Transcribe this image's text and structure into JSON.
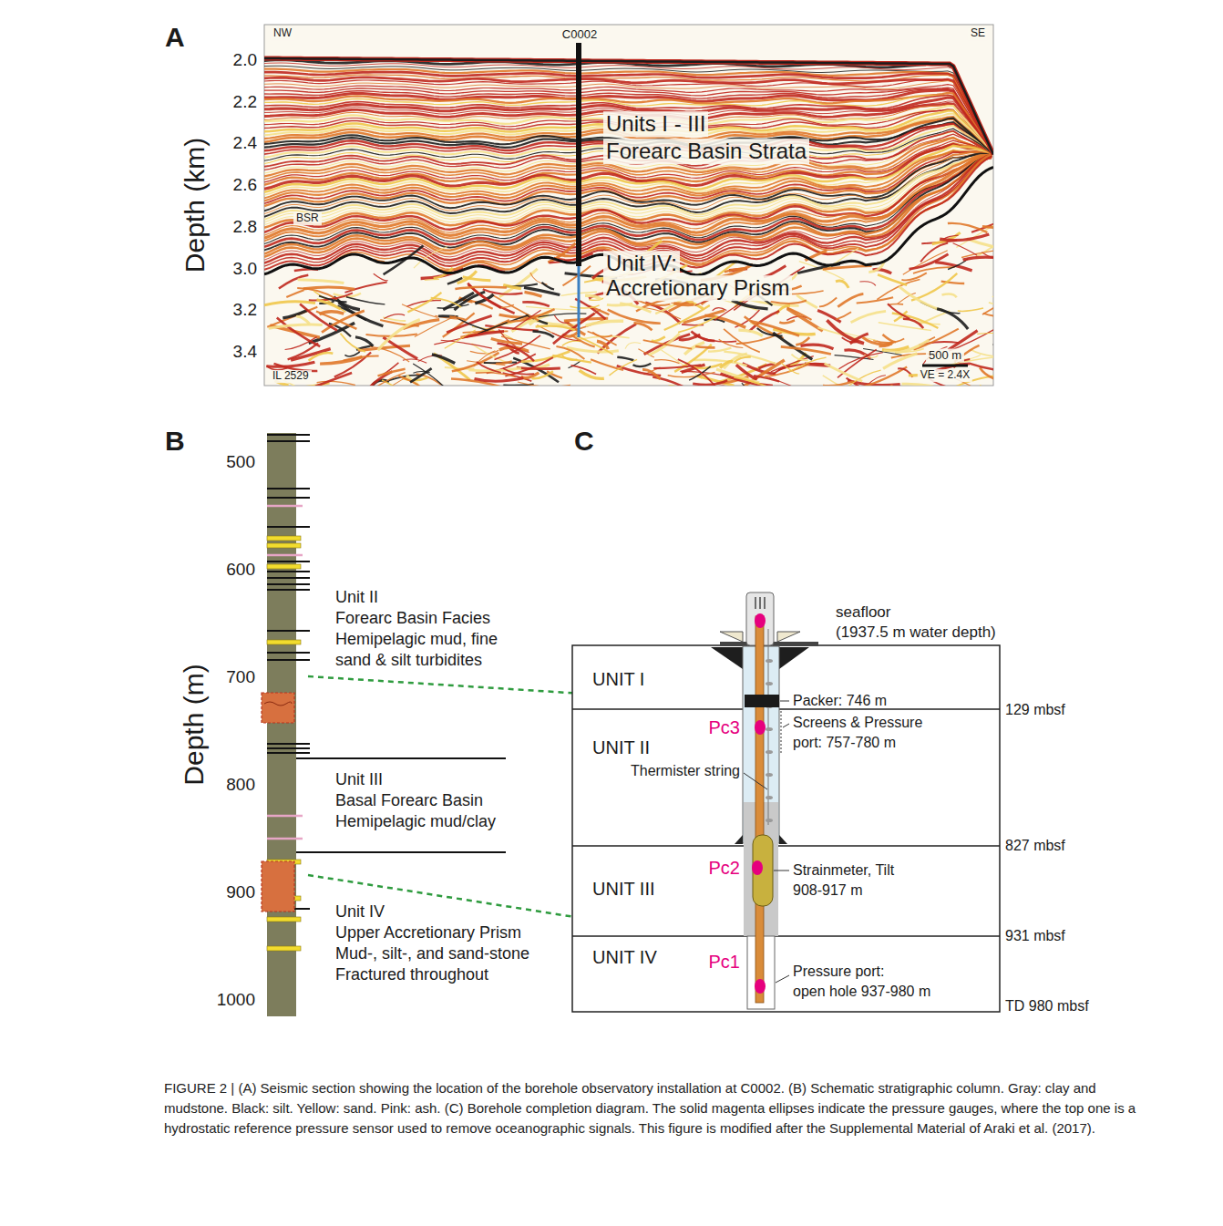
{
  "diagram": {
    "caption": "FIGURE 2 | (A) Seismic section showing the location of the borehole observatory installation at C0002. (B) Schematic stratigraphic column. Gray: clay and mudstone. Black: silt. Yellow: sand. Pink: ash. (C) Borehole completion diagram. The solid magenta ellipses indicate the pressure gauges, where the top one is a hydrostatic reference pressure sensor used to remove oceanographic signals. This figure is modified after the Supplemental Material of Araki et al. (2017).",
    "nodes": [
      {
        "text": [
          "UNIT I"
        ]
      },
      {
        "text": [
          "UNIT II"
        ]
      },
      {
        "text": [
          "UNIT III"
        ]
      },
      {
        "text": [
          "UNIT IV"
        ]
      }
    ],
    "labels": [
      "A",
      "NW",
      "C0002",
      "SE",
      "Depth (km)",
      "2.0",
      "2.2",
      "2.4",
      "2.6",
      "2.8",
      "3.0",
      "3.2",
      "3.4",
      "Units I - III",
      "Forearc Basin Strata",
      "BSR",
      "Unit IV:",
      "Accretionary Prism",
      "500 m",
      "VE = 2.4X",
      "IL 2529",
      "B",
      "Depth (m)",
      "500",
      "600",
      "700",
      "800",
      "900",
      "1000",
      "Unit II",
      "Forearc Basin Facies",
      "Hemipelagic mud, fine sand & silt turbidites",
      "Unit III",
      "Basal Forearc Basin",
      "Hemipelagic mud/clay",
      "Unit IV",
      "Upper Accretionary Prism",
      "Mud-, silt-, and sand-stone",
      "Fractured throughout",
      "C",
      "seafloor",
      "(1937.5 m water depth)",
      "129 mbsf",
      "827 mbsf",
      "931 mbsf",
      "TD 980 mbsf",
      "Packer: 746 m",
      "Screens & Pressure port: 757-780 m",
      "Thermister string",
      "Strainmeter, Tilt 908-917 m",
      "Pc3",
      "Pc2",
      "Pc1",
      "Pressure port:",
      "open hole 937-980 m"
    ]
  }
}
